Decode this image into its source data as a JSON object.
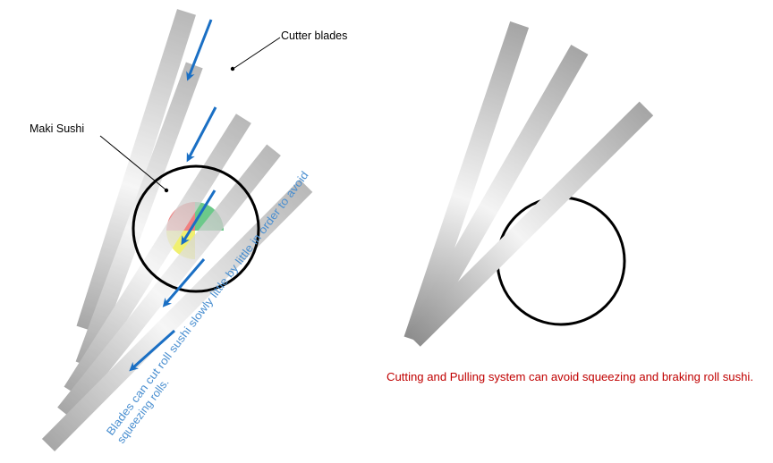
{
  "labels": {
    "cutter_blades": "Cutter blades",
    "maki_sushi": "Maki Sushi",
    "blue_note_line1": "Blades can cut roll sushi slowly little by little in order to avoid",
    "blue_note_line2": "squeezing rolls.",
    "red_note": "Cutting and Pulling system can avoid squeezing and braking roll sushi."
  },
  "colors": {
    "arrow": "#1a6fc4",
    "blue_text": "#4a8fd0",
    "red_text": "#c00000",
    "outline": "#000000",
    "blade_light": "#f2f2f2",
    "blade_dark": "#9a9a9a",
    "filling_red": "#f08080",
    "filling_green": "#6cc98a",
    "filling_yellow": "#f0f070"
  }
}
